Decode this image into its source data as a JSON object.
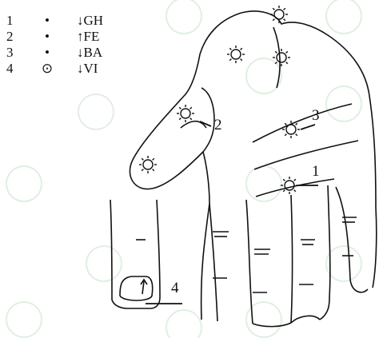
{
  "legend": [
    {
      "number": "1",
      "symbol": "dot-symbol",
      "label": "↓GH"
    },
    {
      "number": "2",
      "symbol": "dot-symbol",
      "label": "↑FE"
    },
    {
      "number": "3",
      "symbol": "dot-symbol",
      "label": "↓BA"
    },
    {
      "number": "4",
      "symbol": "circled-dot-symbol",
      "label": "↓VI"
    }
  ],
  "callouts": {
    "c1": "1",
    "c2": "2",
    "c3": "3",
    "c4": "4"
  },
  "colors": {
    "ink": "#111111",
    "watermark": "#cfe6cf"
  }
}
